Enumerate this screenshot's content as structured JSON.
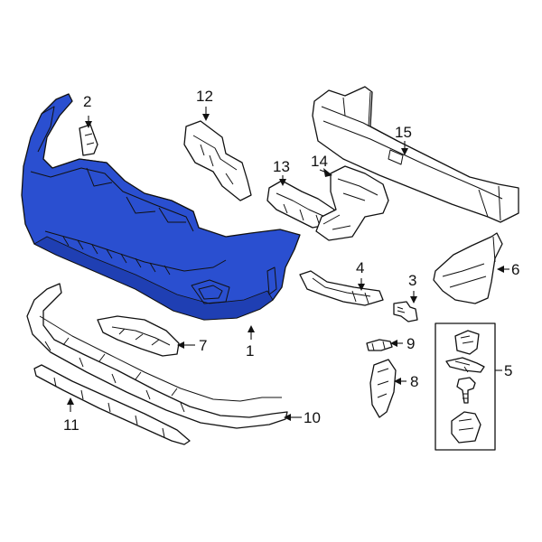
{
  "colors": {
    "bumper_fill": "#2a4fd0",
    "bumper_shade": "#1f3fb3",
    "line": "#111111",
    "background": "#ffffff"
  },
  "callouts": {
    "p1": "1",
    "p2": "2",
    "p3": "3",
    "p4": "4",
    "p5": "5",
    "p6": "6",
    "p7": "7",
    "p8": "8",
    "p9": "9",
    "p10": "10",
    "p11": "11",
    "p12": "12",
    "p13": "13",
    "p14": "14",
    "p15": "15"
  }
}
